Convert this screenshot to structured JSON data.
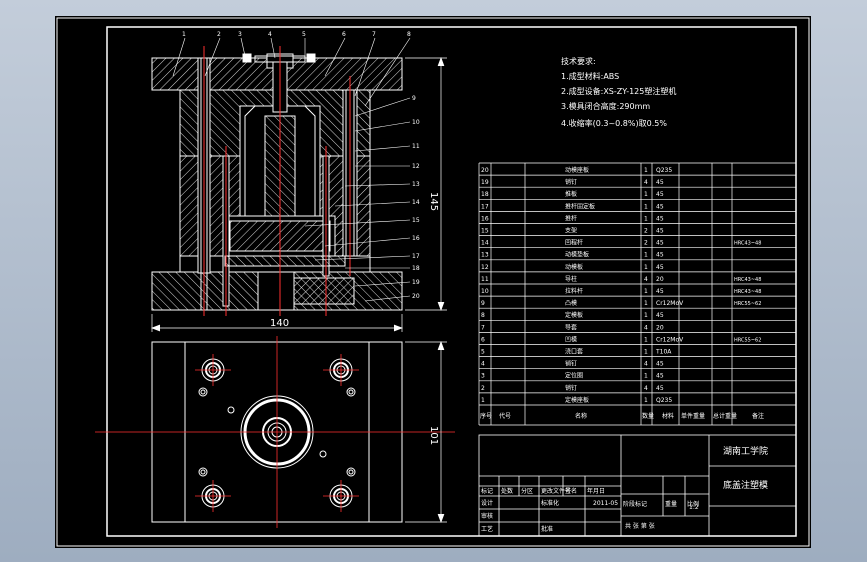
{
  "drawing": {
    "tech_requirements": {
      "title": "技术要求:",
      "lines": [
        "1.成型材料:ABS",
        "2.成型设备:XS-ZY-125塑注塑机",
        "3.模具闭合高度:290mm",
        "4.收缩率(0.3~0.8%)取0.5%"
      ]
    },
    "dimensions": {
      "width": "140",
      "height": "145",
      "plan_height": "101"
    },
    "balloons": [
      "1",
      "2",
      "3",
      "4",
      "5",
      "6",
      "7",
      "8",
      "9",
      "10",
      "11",
      "12",
      "13",
      "14",
      "15",
      "16",
      "17",
      "18",
      "19",
      "20"
    ],
    "bom": {
      "header": [
        "序号",
        "代号",
        "名称",
        "数量",
        "材料",
        "单件重量",
        "总计重量",
        "备注"
      ],
      "rows": [
        {
          "no": "20",
          "name": "动模座板",
          "qty": "1",
          "mat": "Q235",
          "note": ""
        },
        {
          "no": "19",
          "name": "销钉",
          "qty": "4",
          "mat": "45",
          "note": ""
        },
        {
          "no": "18",
          "name": "推板",
          "qty": "1",
          "mat": "45",
          "note": ""
        },
        {
          "no": "17",
          "name": "推杆固定板",
          "qty": "1",
          "mat": "45",
          "note": ""
        },
        {
          "no": "16",
          "name": "推杆",
          "qty": "1",
          "mat": "45",
          "note": ""
        },
        {
          "no": "15",
          "name": "支架",
          "qty": "2",
          "mat": "45",
          "note": ""
        },
        {
          "no": "14",
          "name": "回程杆",
          "qty": "2",
          "mat": "45",
          "note": "HRC43~48"
        },
        {
          "no": "13",
          "name": "动模垫板",
          "qty": "1",
          "mat": "45",
          "note": ""
        },
        {
          "no": "12",
          "name": "动模板",
          "qty": "1",
          "mat": "45",
          "note": ""
        },
        {
          "no": "11",
          "name": "导柱",
          "qty": "4",
          "mat": "20",
          "note": "HRC43~48"
        },
        {
          "no": "10",
          "name": "拉料杆",
          "qty": "1",
          "mat": "45",
          "note": "HRC43~48"
        },
        {
          "no": "9",
          "name": "凸模",
          "qty": "1",
          "mat": "Cr12MoV",
          "note": "HRC55~62"
        },
        {
          "no": "8",
          "name": "定模板",
          "qty": "1",
          "mat": "45",
          "note": ""
        },
        {
          "no": "7",
          "name": "导套",
          "qty": "4",
          "mat": "20",
          "note": ""
        },
        {
          "no": "6",
          "name": "凹模",
          "qty": "1",
          "mat": "Cr12MoV",
          "note": "HRC55~62"
        },
        {
          "no": "5",
          "name": "浇口套",
          "qty": "1",
          "mat": "T10A",
          "note": ""
        },
        {
          "no": "4",
          "name": "销钉",
          "qty": "4",
          "mat": "45",
          "note": ""
        },
        {
          "no": "3",
          "name": "定位圈",
          "qty": "1",
          "mat": "45",
          "note": ""
        },
        {
          "no": "2",
          "name": "销钉",
          "qty": "4",
          "mat": "45",
          "note": ""
        },
        {
          "no": "1",
          "name": "定模座板",
          "qty": "1",
          "mat": "Q235",
          "note": ""
        }
      ]
    },
    "title_block": {
      "school": "湖南工学院",
      "part_name": "底盖注塑模",
      "scale": "1:2",
      "row_labels": [
        "标记",
        "处数",
        "分区",
        "更改文件号",
        "签名",
        "年月日"
      ],
      "design": "设计",
      "standardize": "标准化",
      "date": "2011-05",
      "stage_label": "阶段标记",
      "weight_label": "重量",
      "scale_label": "比例",
      "review": "审核",
      "process": "工艺",
      "approve": "批准",
      "sheet": "共  张  第  张"
    }
  }
}
